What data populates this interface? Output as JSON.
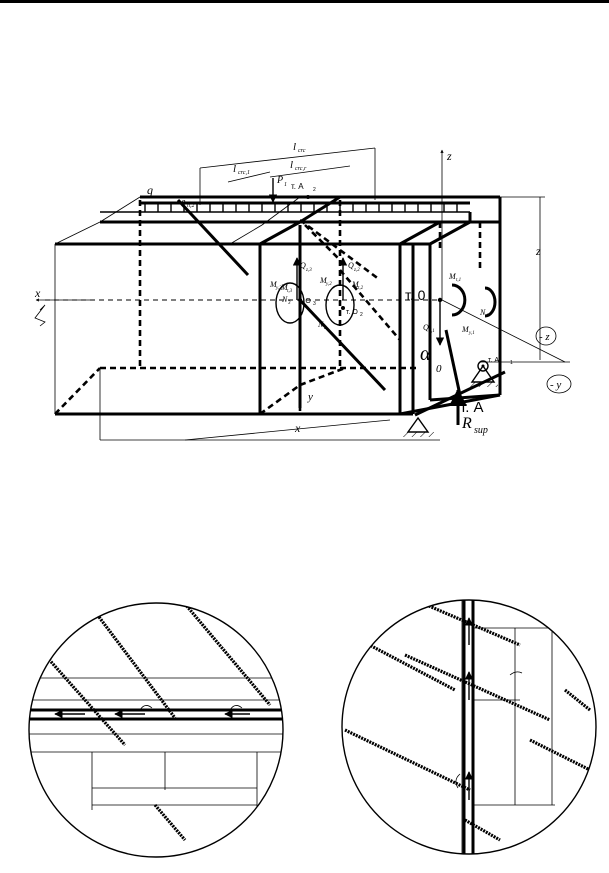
{
  "labels": {
    "l_crc": "l",
    "l_crc_sub": "crc",
    "l_crc1": "l",
    "l_crc1_sub": "crc,1",
    "l_crcr": "l",
    "l_crcr_sub": "crc,r",
    "q": "q",
    "e": "e",
    "e_sub": "h,2",
    "P": "P",
    "P_sub": "1",
    "A2": "т. A",
    "A2_sub": "2",
    "z_axis": "z",
    "z_dim": "z",
    "x_axis": "x",
    "x_dim": "x",
    "y_dim": "y",
    "T0": "т. 0",
    "TA": "т. A",
    "alpha": "α",
    "alpha_sub": "0",
    "R": "R",
    "R_sub": "sup",
    "minus_z": "- z",
    "minus_y": "- y",
    "Qz3": "Q",
    "Qz3_sub": "z,3",
    "Qz2": "Q",
    "Qz2_sub": "z,2",
    "Mt3": "M",
    "Mt3_sub": "t,3",
    "My3": "M",
    "My3_sub": "y,3",
    "My2": "M",
    "My2_sub": "y,2",
    "Mt2": "M",
    "Mt2_sub": "t,2",
    "N3": "N",
    "N3_sub": "3",
    "N2": "N",
    "N2_sub": "2",
    "TO3": "т. O",
    "TO3_sub": "3",
    "TO2": "т. O",
    "TO2_sub": "2",
    "Mt1": "M",
    "Mt1_sub": "t,1",
    "Qz1": "Q",
    "Qz1_sub": "z,1",
    "My1": "M",
    "My1_sub": "y,1",
    "N1": "N",
    "N1_sub": "1",
    "A1": "т. A",
    "A1_sub": "1",
    "zero": "0"
  }
}
